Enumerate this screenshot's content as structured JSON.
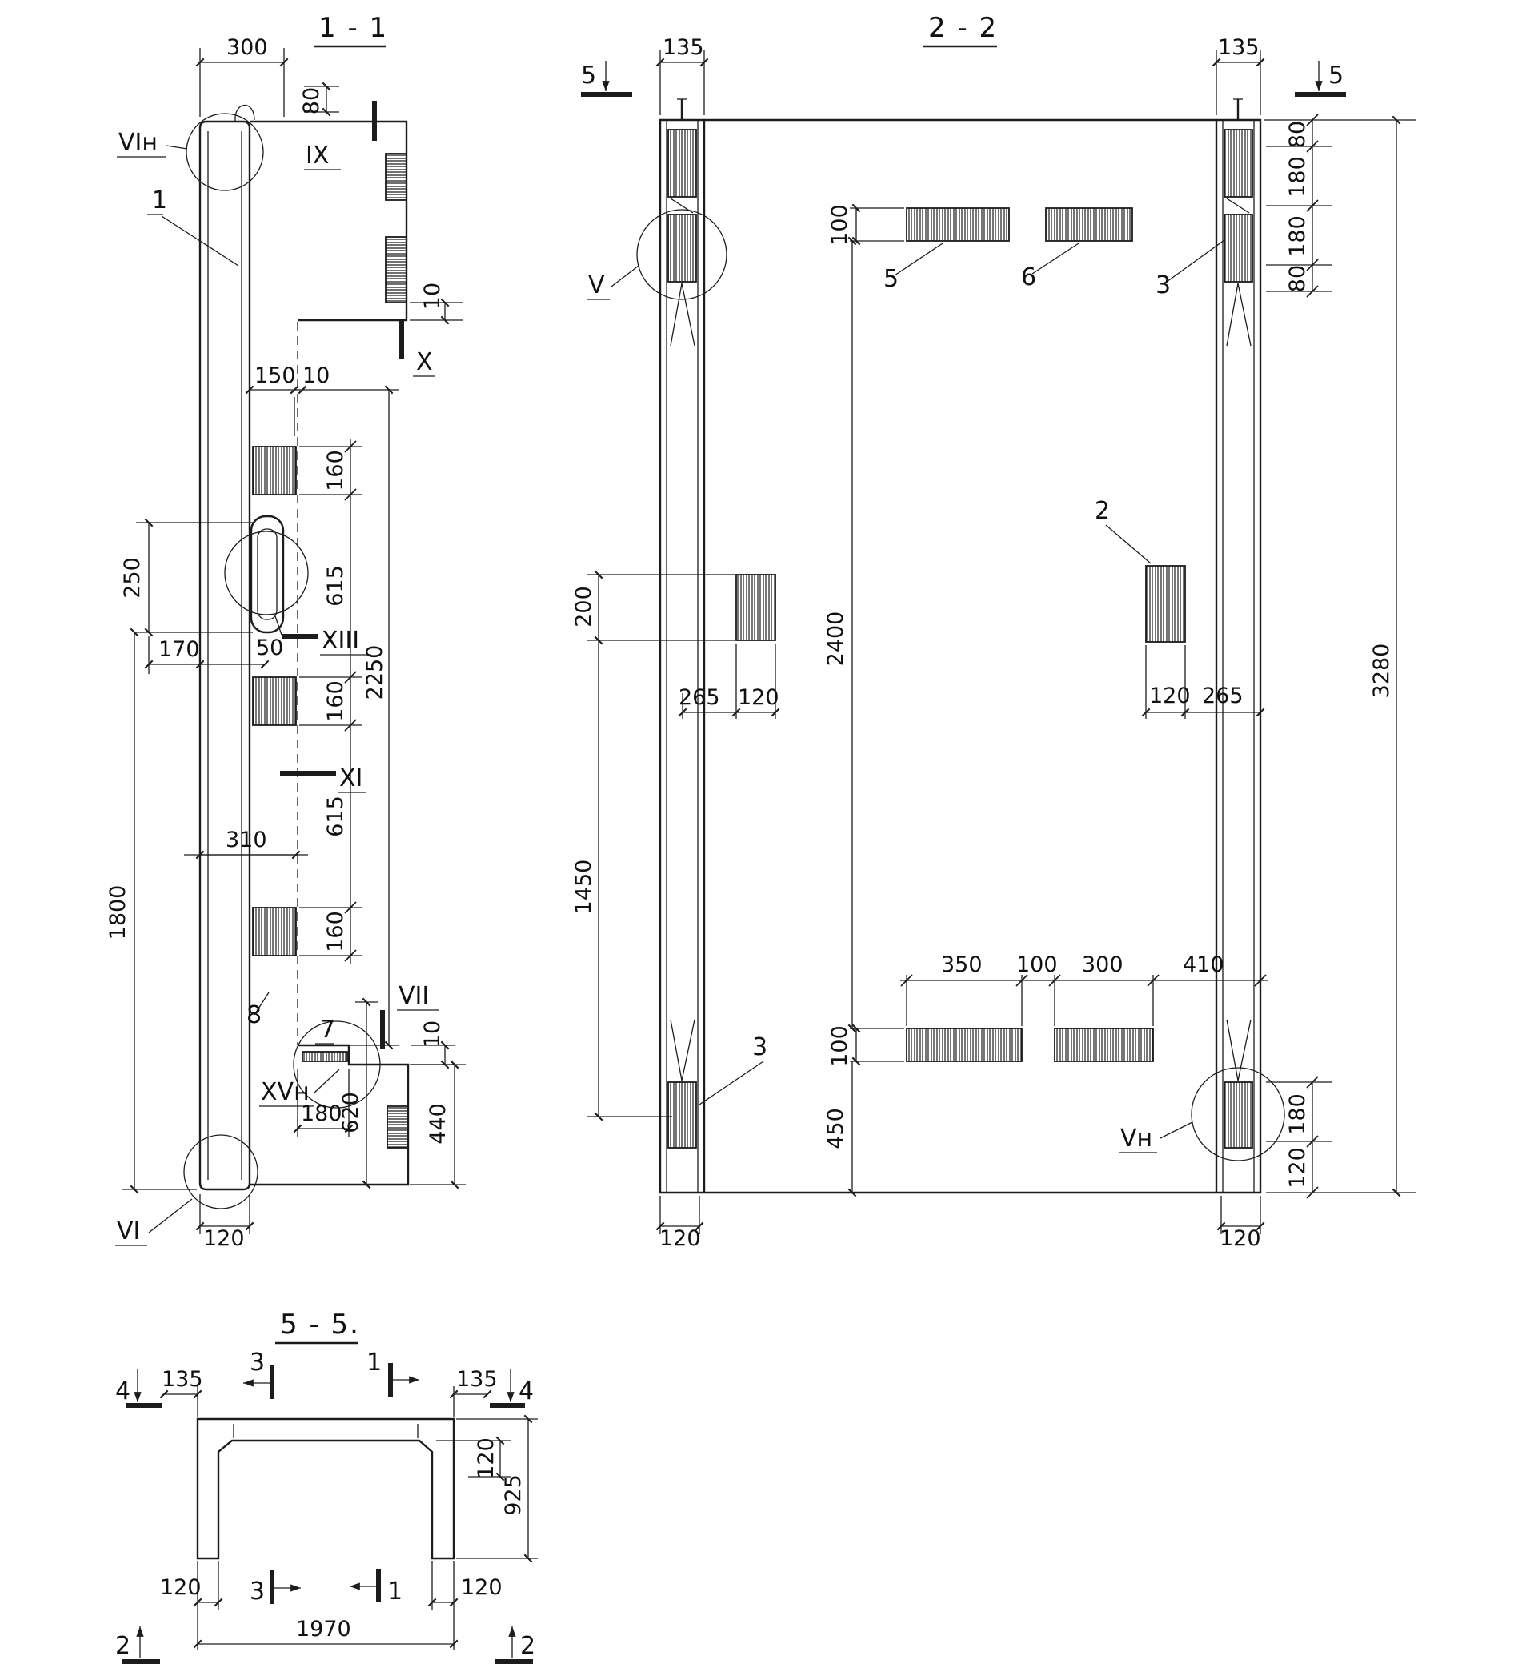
{
  "meta": {
    "paper": "#ffffff",
    "ink": "#1c1c1c"
  },
  "s11": {
    "title": "1 - 1",
    "dims": {
      "w300": "300",
      "h80": "80",
      "t10a": "10",
      "d150": "150",
      "d10b": "10",
      "d160a": "160",
      "d250": "250",
      "d615a": "615",
      "d2250": "2250",
      "d170": "170",
      "d50": "50",
      "d160b": "160",
      "d310": "310",
      "d615b": "615",
      "d1800": "1800",
      "d160c": "160",
      "d10c": "10",
      "d180": "180",
      "d440": "440",
      "d620": "620",
      "d120": "120"
    },
    "marks": {
      "vi_n": "VIн",
      "ix": "IX",
      "x": "X",
      "xiii": "XIII",
      "xi": "XI",
      "vii": "VII",
      "xv_n": "XVн",
      "vi": "VI"
    },
    "parts": {
      "p1": "1",
      "p7": "7",
      "p8": "8"
    }
  },
  "s22": {
    "title": "2 - 2",
    "dims": {
      "d135l": "135",
      "d135r": "135",
      "d80a": "80",
      "d180a": "180",
      "d180b": "180",
      "d80b": "80",
      "d3280": "3280",
      "d100t": "100",
      "d200": "200",
      "d2400": "2400",
      "d265l": "265",
      "d120l": "120",
      "d120r": "120",
      "d265r": "265",
      "d1450": "1450",
      "d350": "350",
      "d100m": "100",
      "d300": "300",
      "d410": "410",
      "d100b": "100",
      "d450": "450",
      "d180c": "180",
      "d120c": "120",
      "d120bl": "120",
      "d120br": "120"
    },
    "marks": {
      "sec5l": "5",
      "sec5r": "5",
      "v": "V",
      "v_n": "Vн"
    },
    "parts": {
      "p5": "5",
      "p6": "6",
      "p3t": "3",
      "p2": "2",
      "p3b": "3"
    }
  },
  "s55": {
    "title": "5 - 5.",
    "dims": {
      "d135l": "135",
      "d135r": "135",
      "d120t": "120",
      "d925": "925",
      "d120bl": "120",
      "d120br": "120",
      "d1970": "1970"
    },
    "marks": {
      "sec4l": "4",
      "sec4r": "4",
      "sec3t": "3",
      "sec1t": "1",
      "sec3b": "3",
      "sec1b": "1",
      "sec2l": "2",
      "sec2r": "2"
    }
  }
}
